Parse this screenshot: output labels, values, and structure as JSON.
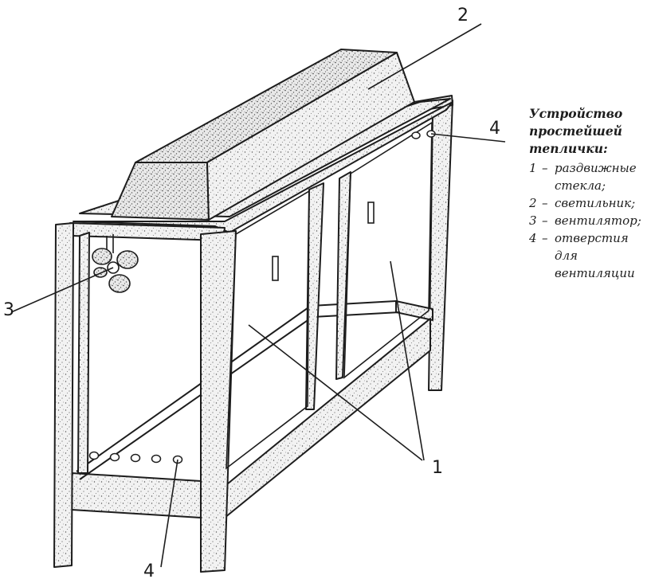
{
  "legend": {
    "title": "Устройство простейшей теплички:",
    "items": [
      {
        "num": "1",
        "text": "раздвижные стекла;"
      },
      {
        "num": "2",
        "text": "светильник;"
      },
      {
        "num": "3",
        "text": "вентилятор;"
      },
      {
        "num": "4",
        "text": "отверстия для вентиляции"
      }
    ]
  },
  "callouts": {
    "c1": "1",
    "c2": "2",
    "c3": "3",
    "c4_top": "4",
    "c4_bottom": "4"
  },
  "colors": {
    "ink": "#1d1d1d",
    "paper": "#ffffff",
    "frame_fill": "#f1f1f1"
  },
  "icons": {
    "fan": "fan-icon",
    "lamp": "lamp-housing"
  }
}
